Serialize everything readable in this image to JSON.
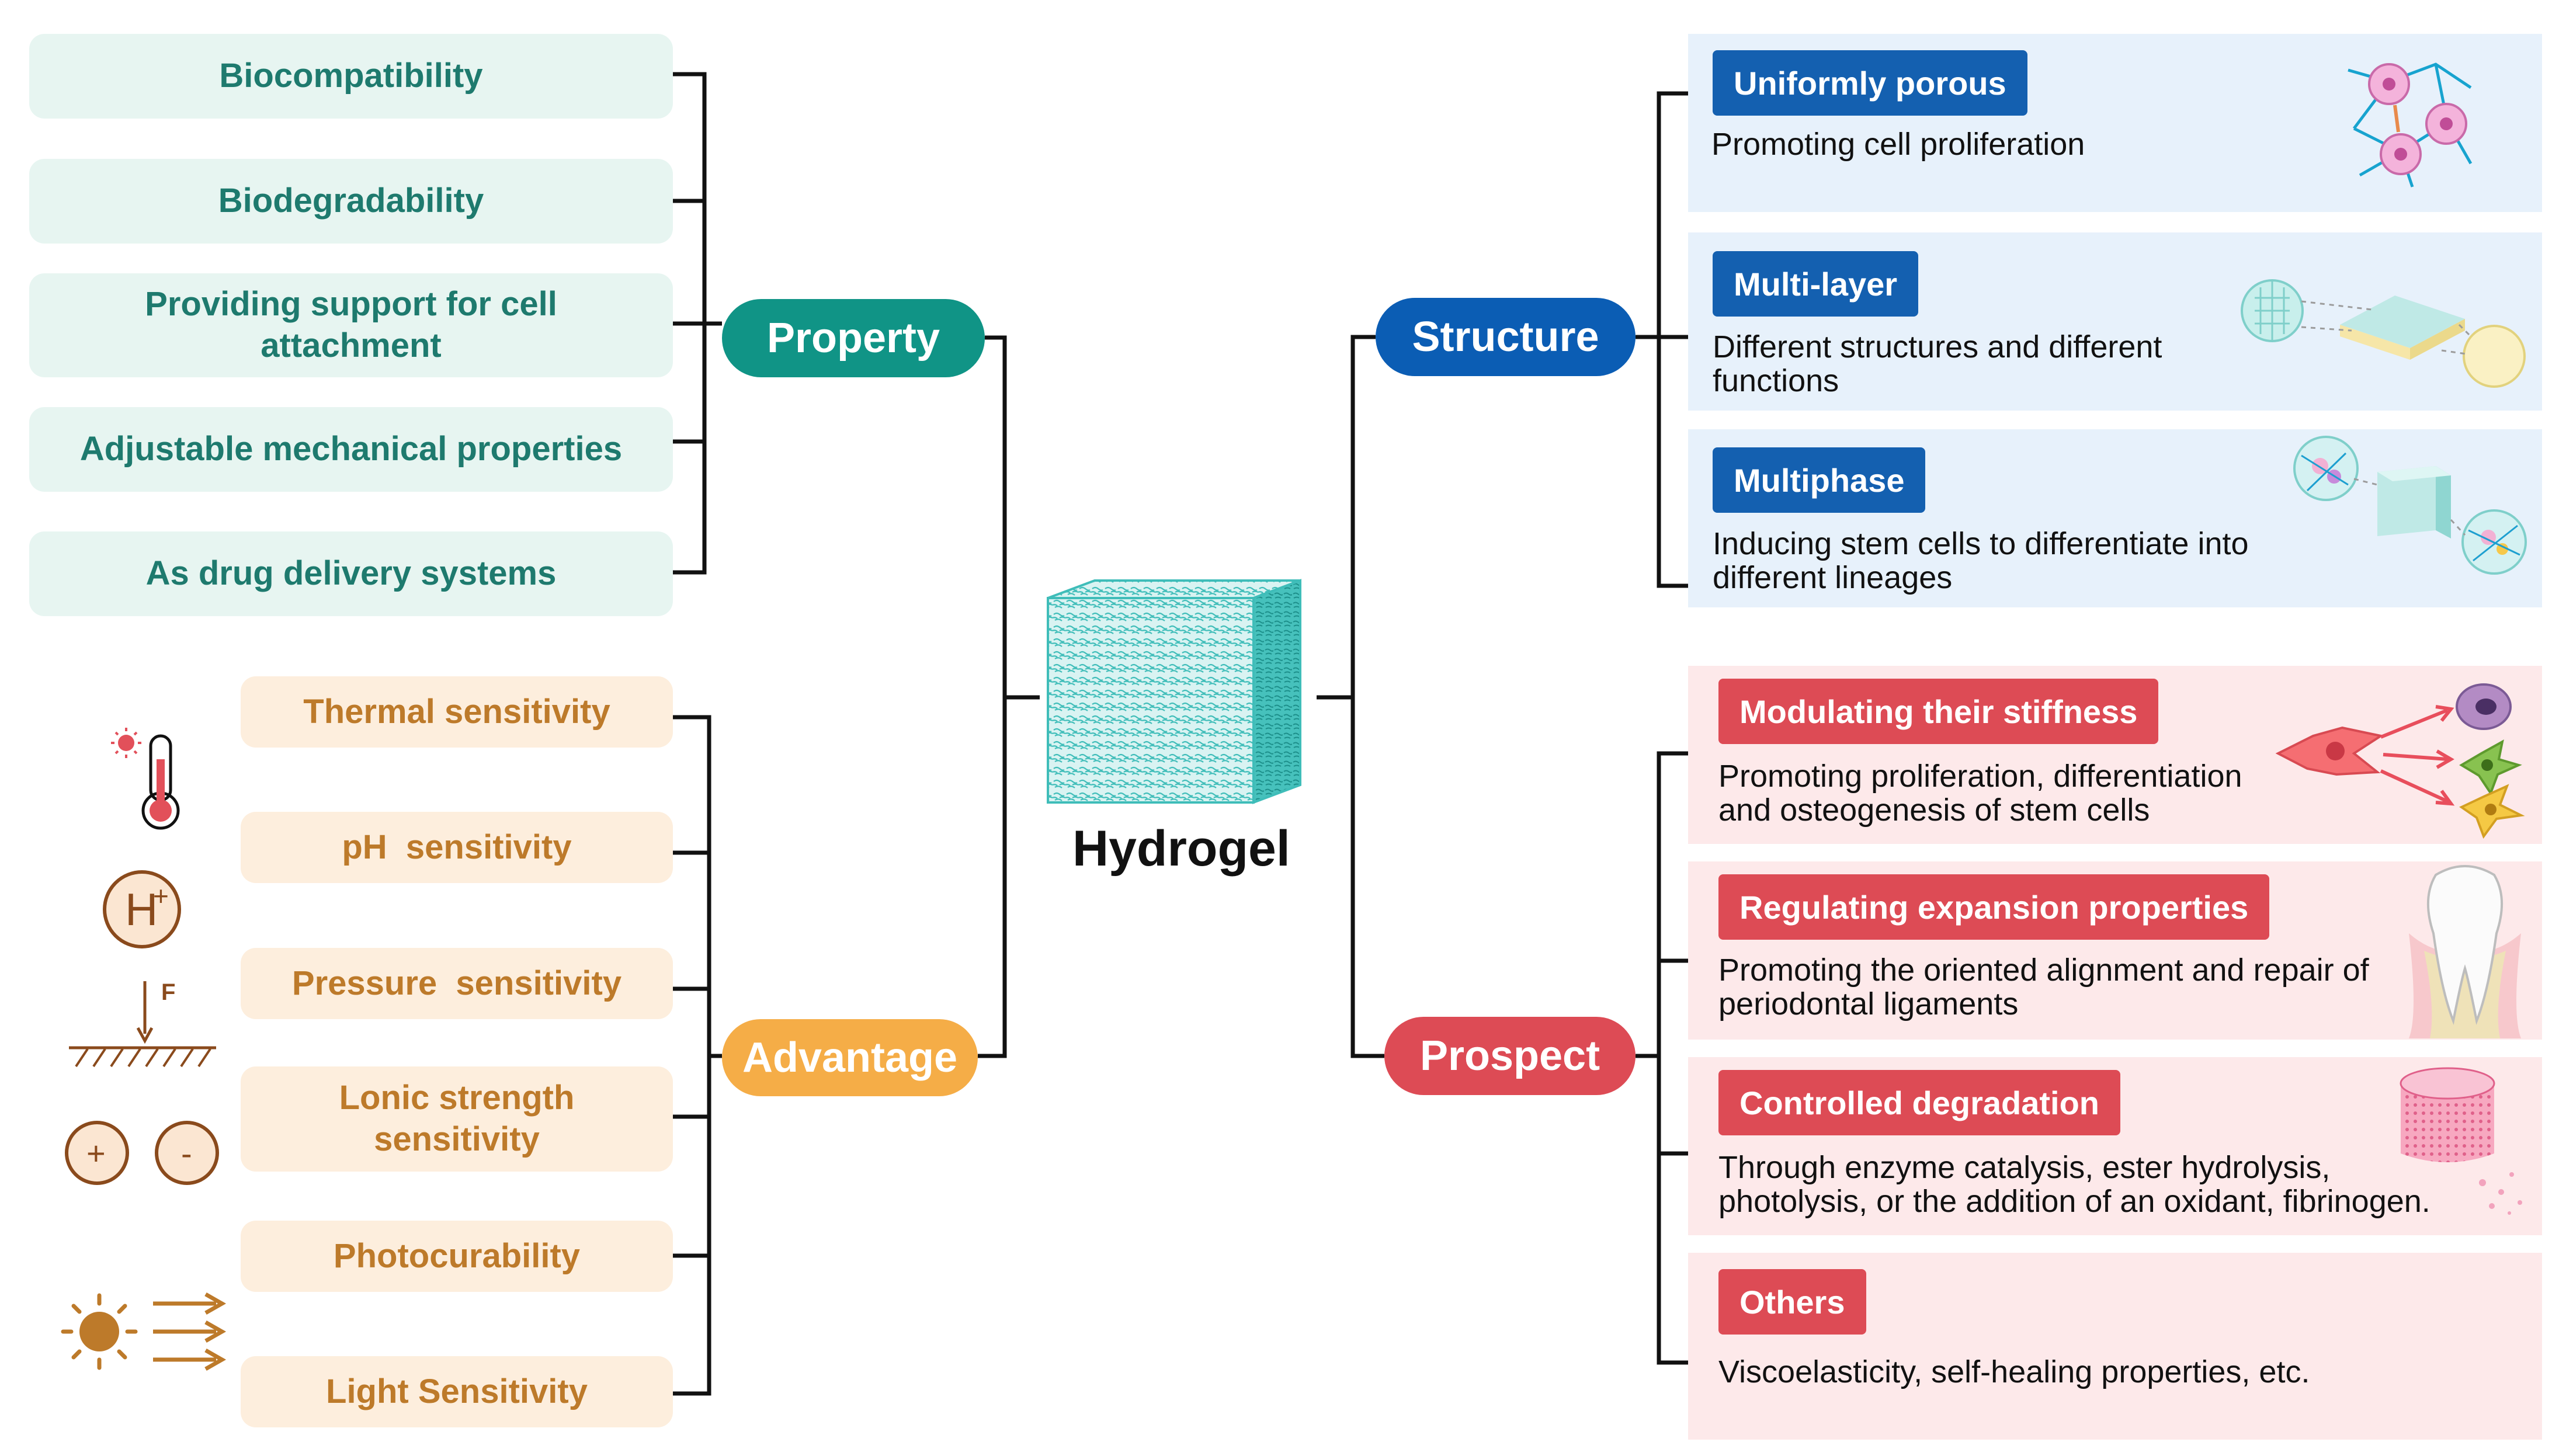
{
  "center": {
    "title": "Hydrogel"
  },
  "property": {
    "label": "Property",
    "items": [
      "Biocompatibility",
      "Biodegradability",
      "Providing support for cell attachment",
      "Adjustable mechanical properties",
      "As drug delivery systems"
    ]
  },
  "advantage": {
    "label": "Advantage",
    "items": [
      "Thermal sensitivity",
      "pH  sensitivity",
      "Pressure  sensitivity",
      "Lonic strength sensitivity",
      "Photocurability",
      "Light Sensitivity"
    ],
    "icon_text": {
      "h_ion": "H",
      "h_plus": "+",
      "force": "F",
      "plus": "+",
      "minus": "-"
    }
  },
  "structure": {
    "label": "Structure",
    "items": [
      {
        "tag": "Uniformly porous",
        "desc": "Promoting cell proliferation"
      },
      {
        "tag": "Multi-layer",
        "desc": "Different structures and different functions"
      },
      {
        "tag": "Multiphase",
        "desc": "Inducing stem cells to differentiate into different lineages"
      }
    ]
  },
  "prospect": {
    "label": "Prospect",
    "items": [
      {
        "tag": "Modulating their stiffness",
        "desc": "Promoting proliferation, differentiation and osteogenesis of stem cells"
      },
      {
        "tag": "Regulating expansion properties",
        "desc": "Promoting the oriented alignment and repair of periodontal ligaments"
      },
      {
        "tag": "Controlled degradation",
        "desc": "Through enzyme catalysis, ester hydrolysis, photolysis, or the addition of an oxidant, fibrinogen."
      },
      {
        "tag": "Others",
        "desc": "Viscoelasticity, self-healing properties, etc."
      }
    ]
  },
  "colors": {
    "property": "#109486",
    "advantage": "#f5ad47",
    "structure": "#0b5db4",
    "prospect": "#dd4b55",
    "hydrogel": "#3fbdb9",
    "line": "#111111"
  }
}
